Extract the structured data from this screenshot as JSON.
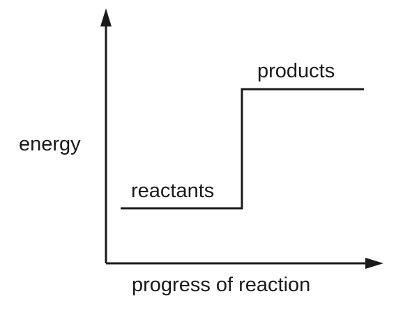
{
  "diagram": {
    "y_axis_label": "energy",
    "x_axis_label": "progress of reaction",
    "reactants_label": "reactants",
    "products_label": "products"
  }
}
